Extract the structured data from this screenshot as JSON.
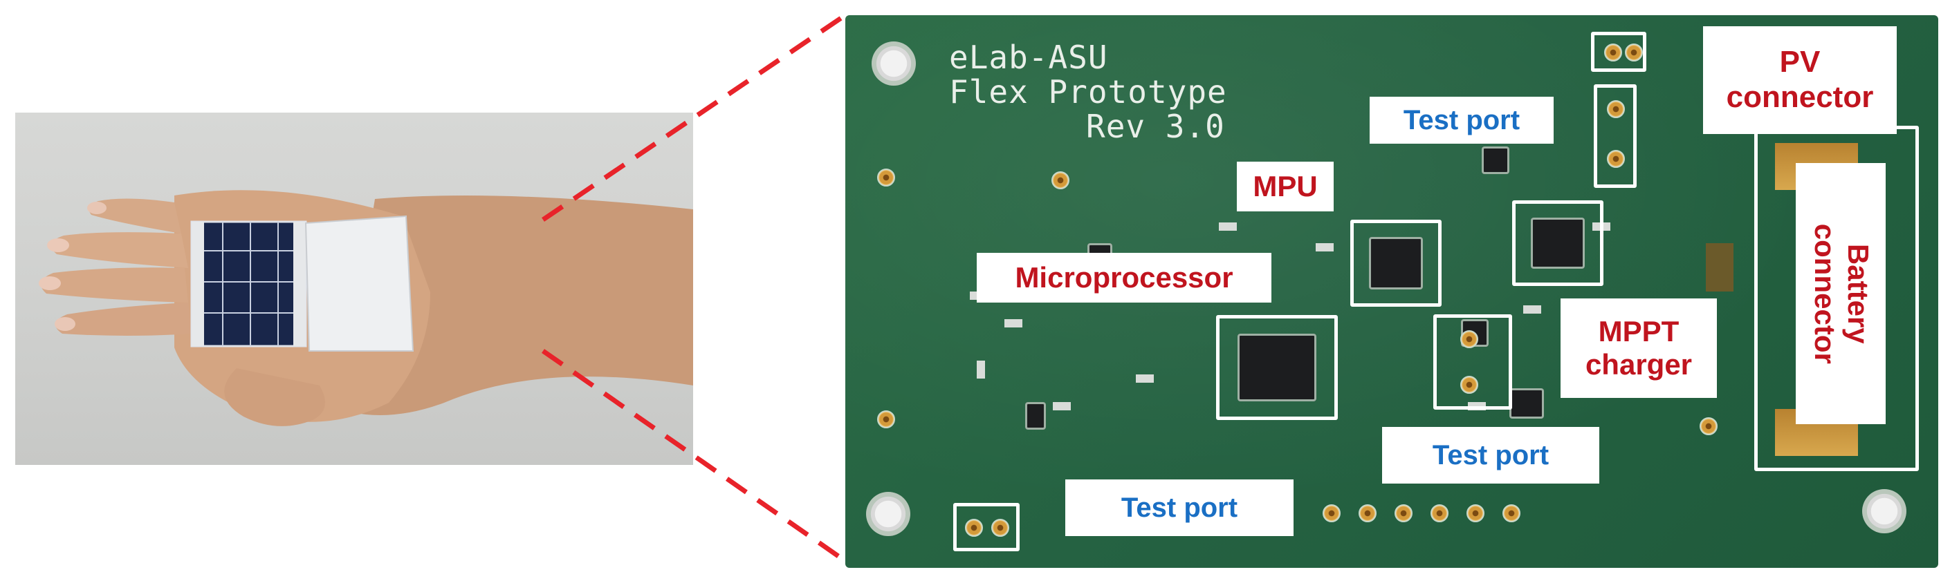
{
  "board": {
    "silkscreen": {
      "line1": "eLab-ASU",
      "line2": "Flex Prototype",
      "line3": "Rev 3.0"
    }
  },
  "labels": {
    "pv_connector": "PV connector",
    "test_port_top": "Test port",
    "mpu": "MPU",
    "microprocessor": "Microprocessor",
    "mppt_charger": "MPPT charger",
    "battery_connector": "Battery connector",
    "test_port_mid": "Test port",
    "test_port_bottom": "Test port"
  },
  "colors": {
    "label_red": "#c0141e",
    "label_blue": "#1a6fc4",
    "connector_lines": "#e8232a",
    "board_green": "#256242"
  }
}
